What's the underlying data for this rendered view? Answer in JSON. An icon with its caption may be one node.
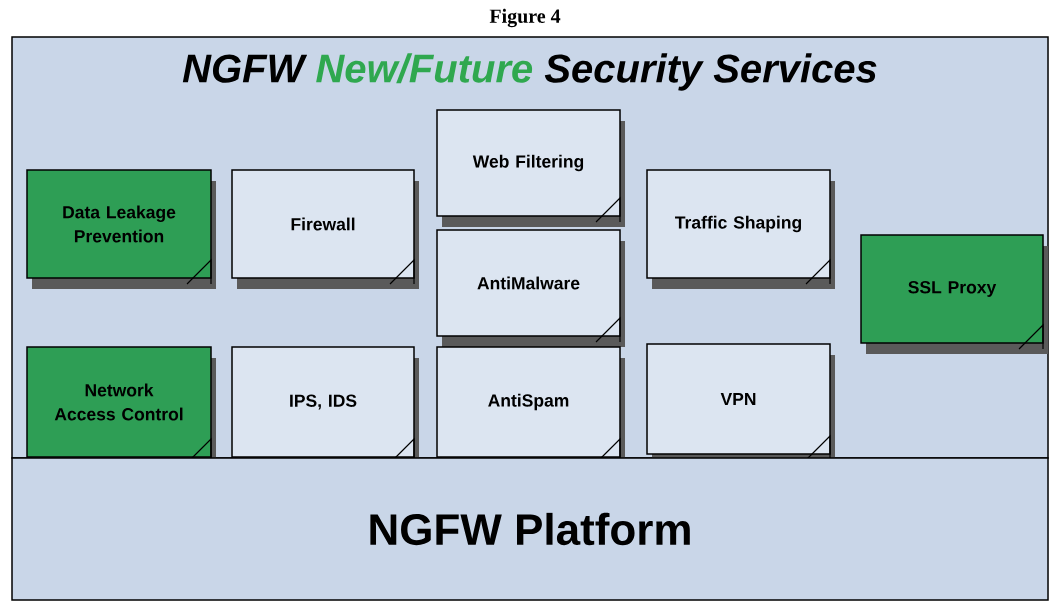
{
  "diagram": {
    "title": "Figure 4",
    "nodes": [
      {
        "text": [
          "NGFW",
          "New/Future",
          "Security Services"
        ]
      },
      {
        "text": [
          "Data Leakage Prevention"
        ],
        "in": 0
      },
      {
        "text": [
          "Firewall"
        ],
        "in": 0
      },
      {
        "text": [
          "Web Filtering"
        ],
        "in": 0
      },
      {
        "text": [
          "Traffic Shaping"
        ],
        "in": 0
      },
      {
        "text": [
          "AntiMalware"
        ],
        "in": 0
      },
      {
        "text": [
          "SSL Proxy"
        ],
        "in": 0
      },
      {
        "text": [
          "Network Access Control"
        ],
        "in": 0
      },
      {
        "text": [
          "IPS, IDS"
        ],
        "in": 0
      },
      {
        "text": [
          "AntiSpam"
        ],
        "in": 0
      },
      {
        "text": [
          "VPN"
        ],
        "in": 0
      },
      {
        "text": [
          "NGFW Platform"
        ]
      }
    ],
    "edges": []
  }
}
